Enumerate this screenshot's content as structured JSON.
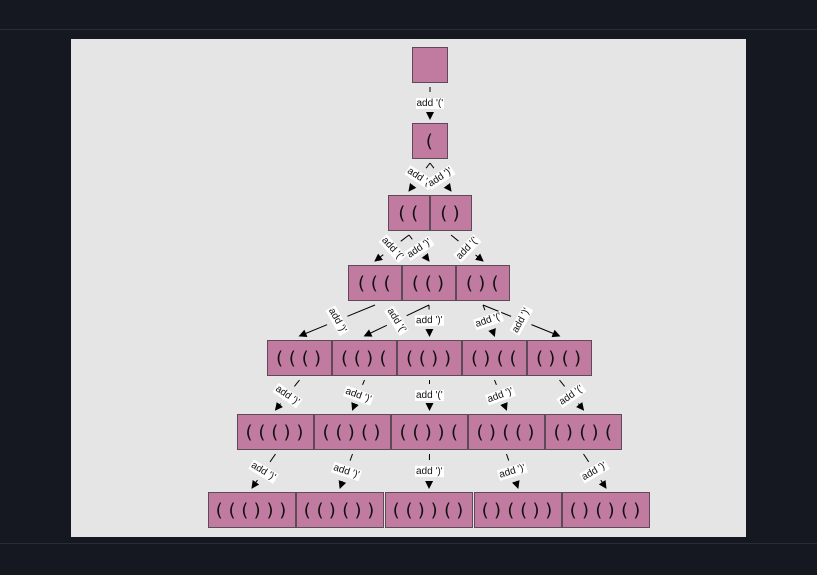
{
  "diagram": {
    "levels": [
      [
        ""
      ],
      [
        "("
      ],
      [
        "((",
        "()"
      ],
      [
        "(((",
        "(()",
        "()("
      ],
      [
        "((()",
        "(()(",
        "(())",
        "()((",
        "()()"
      ],
      [
        "((())",
        "(()()",
        "(())(",
        "()(()",
        "()()("
      ],
      [
        "((()))",
        "(()())",
        "(())()",
        "()(())",
        "()()()"
      ]
    ],
    "edges": [
      {
        "from": [
          0,
          0
        ],
        "to": [
          1,
          0
        ],
        "label": "add '('"
      },
      {
        "from": [
          1,
          0
        ],
        "to": [
          2,
          0
        ],
        "label": "add '('"
      },
      {
        "from": [
          1,
          0
        ],
        "to": [
          2,
          1
        ],
        "label": "add ')'"
      },
      {
        "from": [
          2,
          0
        ],
        "to": [
          3,
          0
        ],
        "label": "add '('"
      },
      {
        "from": [
          2,
          0
        ],
        "to": [
          3,
          1
        ],
        "label": "add ')'"
      },
      {
        "from": [
          2,
          1
        ],
        "to": [
          3,
          2
        ],
        "label": "add '('"
      },
      {
        "from": [
          3,
          0
        ],
        "to": [
          4,
          0
        ],
        "label": "add ')'"
      },
      {
        "from": [
          3,
          1
        ],
        "to": [
          4,
          1
        ],
        "label": "add '('"
      },
      {
        "from": [
          3,
          1
        ],
        "to": [
          4,
          2
        ],
        "label": "add ')'"
      },
      {
        "from": [
          3,
          2
        ],
        "to": [
          4,
          3
        ],
        "label": "add '('"
      },
      {
        "from": [
          3,
          2
        ],
        "to": [
          4,
          4
        ],
        "label": "add ')'"
      },
      {
        "from": [
          4,
          0
        ],
        "to": [
          5,
          0
        ],
        "label": "add ')'"
      },
      {
        "from": [
          4,
          1
        ],
        "to": [
          5,
          1
        ],
        "label": "add ')'"
      },
      {
        "from": [
          4,
          2
        ],
        "to": [
          5,
          2
        ],
        "label": "add '('"
      },
      {
        "from": [
          4,
          3
        ],
        "to": [
          5,
          3
        ],
        "label": "add ')'"
      },
      {
        "from": [
          4,
          4
        ],
        "to": [
          5,
          4
        ],
        "label": "add '('"
      },
      {
        "from": [
          5,
          0
        ],
        "to": [
          6,
          0
        ],
        "label": "add ')'"
      },
      {
        "from": [
          5,
          1
        ],
        "to": [
          6,
          1
        ],
        "label": "add ')'"
      },
      {
        "from": [
          5,
          2
        ],
        "to": [
          6,
          2
        ],
        "label": "add ')'"
      },
      {
        "from": [
          5,
          3
        ],
        "to": [
          6,
          3
        ],
        "label": "add ')'"
      },
      {
        "from": [
          5,
          4
        ],
        "to": [
          6,
          4
        ],
        "label": "add ')'"
      }
    ],
    "colors": {
      "node_fill": "#c27ba0",
      "node_border": "#5e4a56",
      "background": "#e5e5e5",
      "frame": "#161821"
    }
  }
}
